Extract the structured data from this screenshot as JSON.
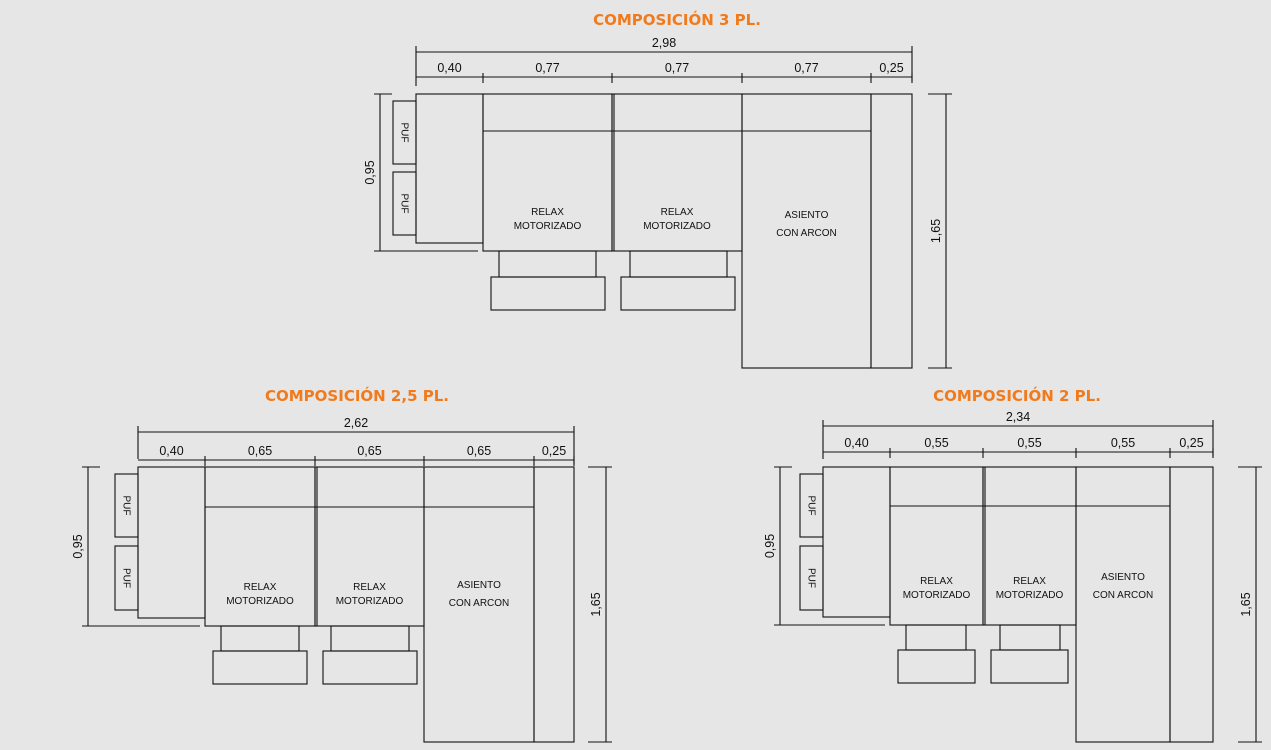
{
  "compositions": [
    {
      "title": "COMPOSICIÓN 3 PL.",
      "total_width": "2,98",
      "segment_widths": [
        "0,40",
        "0,77",
        "0,77",
        "0,77",
        "0,25"
      ],
      "depth": "0,95",
      "chaise_length": "1,65",
      "puf_labels": [
        "PUF",
        "PUF"
      ],
      "module_labels": [
        [
          "RELAX",
          "MOTORIZADO"
        ],
        [
          "RELAX",
          "MOTORIZADO"
        ],
        [
          "ASIENTO",
          "CON ARCON"
        ]
      ]
    },
    {
      "title": "COMPOSICIÓN 2,5 PL.",
      "total_width": "2,62",
      "segment_widths": [
        "0,40",
        "0,65",
        "0,65",
        "0,65",
        "0,25"
      ],
      "depth": "0,95",
      "chaise_length": "1,65",
      "puf_labels": [
        "PUF",
        "PUF"
      ],
      "module_labels": [
        [
          "RELAX",
          "MOTORIZADO"
        ],
        [
          "RELAX",
          "MOTORIZADO"
        ],
        [
          "ASIENTO",
          "CON ARCON"
        ]
      ]
    },
    {
      "title": "COMPOSICIÓN 2 PL.",
      "total_width": "2,34",
      "segment_widths": [
        "0,40",
        "0,55",
        "0,55",
        "0,55",
        "0,25"
      ],
      "depth": "0,95",
      "chaise_length": "1,65",
      "puf_labels": [
        "PUF",
        "PUF"
      ],
      "module_labels": [
        [
          "RELAX",
          "MOTORIZADO"
        ],
        [
          "RELAX",
          "MOTORIZADO"
        ],
        [
          "ASIENTO",
          "CON ARCON"
        ]
      ]
    }
  ]
}
